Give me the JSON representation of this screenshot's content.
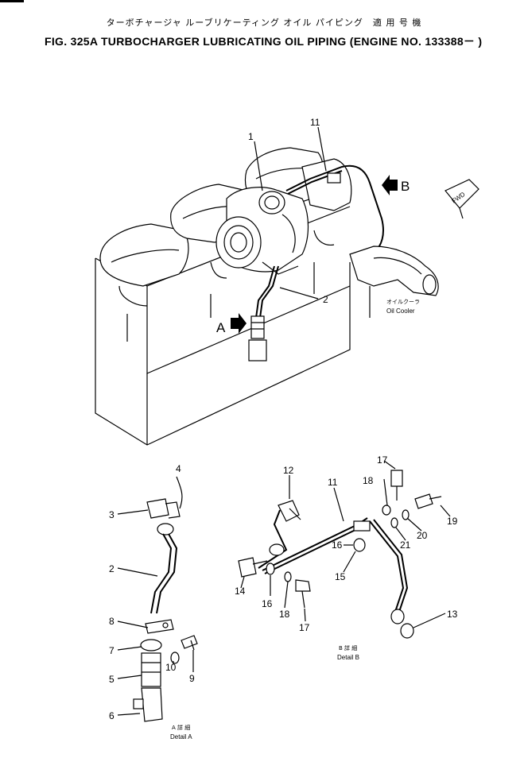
{
  "title_jp": "ターボチャージャ ルーブリケーティング オイル パイピング　適 用 号 機",
  "title_en": "FIG. 325A   TURBOCHARGER LUBRICATING OIL PIPING (ENGINE NO. 133388－ )",
  "view_labels": {
    "arrow_a": "A",
    "arrow_b": "B",
    "fwd": "FWD"
  },
  "oil_cooler": {
    "jp": "オイルクーラ",
    "en": "Oil Cooler"
  },
  "detail_a": {
    "jp": "A 詳 細",
    "en": "Detail A"
  },
  "detail_b": {
    "jp": "B 詳 細",
    "en": "Detail B"
  },
  "callouts": {
    "main": [
      "1",
      "2",
      "11"
    ],
    "detail_a": [
      "2",
      "3",
      "4",
      "5",
      "6",
      "7",
      "8",
      "9",
      "10"
    ],
    "detail_b": [
      "11",
      "12",
      "13",
      "14",
      "15",
      "16",
      "16",
      "17",
      "17",
      "18",
      "18",
      "19",
      "20",
      "21"
    ]
  }
}
